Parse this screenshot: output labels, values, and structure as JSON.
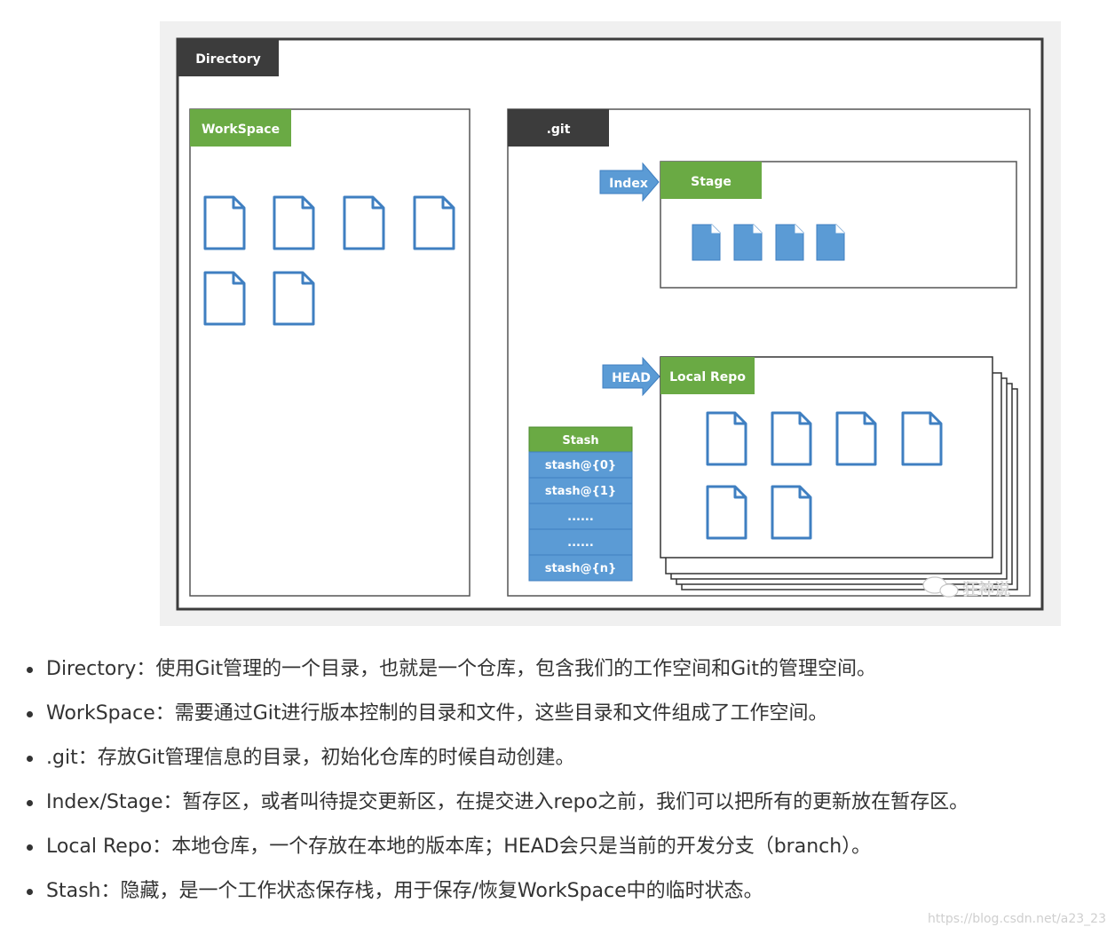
{
  "diagram": {
    "directory_label": "Directory",
    "workspace_label": "WorkSpace",
    "git_label": ".git",
    "index_label": "Index",
    "stage_label": "Stage",
    "head_label": "HEAD",
    "local_repo_label": "Local Repo",
    "stash": {
      "header": "Stash",
      "items": [
        "stash@{0}",
        "stash@{1}",
        "......",
        "......",
        "stash@{n}"
      ]
    },
    "watermark": "狂神说",
    "colors": {
      "green": "#6aaa44",
      "dark": "#3c3c3c",
      "blue": "#5b9bd5",
      "file_stroke": "#3f7fc1",
      "panel_bg": "#f0f0f0"
    }
  },
  "notes": [
    "Directory：使用Git管理的一个目录，也就是一个仓库，包含我们的工作空间和Git的管理空间。",
    "WorkSpace：需要通过Git进行版本控制的目录和文件，这些目录和文件组成了工作空间。",
    ".git：存放Git管理信息的目录，初始化仓库的时候自动创建。",
    "Index/Stage：暂存区，或者叫待提交更新区，在提交进入repo之前，我们可以把所有的更新放在暂存区。",
    "Local Repo：本地仓库，一个存放在本地的版本库；HEAD会只是当前的开发分支（branch）。",
    "Stash：隐藏，是一个工作状态保存栈，用于保存/恢复WorkSpace中的临时状态。"
  ],
  "footer_watermark": "https://blog.csdn.net/a23_23"
}
